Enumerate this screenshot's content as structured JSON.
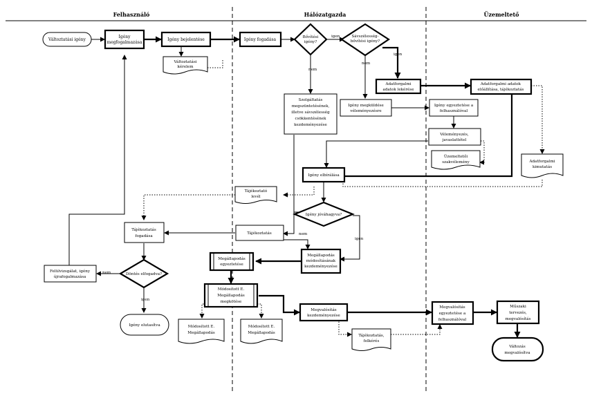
{
  "lanes": [
    "Felhasználó",
    "Hálózatgazda",
    "Üzemeltető"
  ],
  "nodes": {
    "valtoztatasi_igeny": "Változtatási igény",
    "igeny_megfogalmazasa": [
      "Igény",
      "megfogalmazása"
    ],
    "igeny_bejelentese": "Igény bejelentése",
    "valtoztatasi_kerelem": [
      "Változtatási",
      "kérelem"
    ],
    "igeny_fogadasa": "Igény fogadása",
    "bovitesi_igeny": [
      "Bővítési",
      "igény?"
    ],
    "savszelesseg_bovitesi": [
      "Sávszélesség-",
      "bővítési igény?"
    ],
    "adatforgalmi_adatok_lekerese": [
      "Adatforgalmi",
      "adatok lekérése"
    ],
    "adatforgalmi_adatok_eloallitasa": [
      "Adatforgalmi adatok",
      "előállítása, tájékoztatás"
    ],
    "szolgaltatas_megszuntetesenek": [
      "Szolgáltatás",
      "megszüntetésének,",
      "illetve sávszélesség",
      "csökkentésének",
      "kezdeményezése"
    ],
    "igeny_megkuldese": [
      "Igény megküldése",
      "véleményezésre"
    ],
    "igeny_egyeztetese": [
      "Igény egyeztetése a",
      "felhasználóval"
    ],
    "velemenyezes_javaslattetel": [
      "Véleményezés,",
      "javaslattétel"
    ],
    "uzemeltetoi_szakvelemeny": [
      "Üzemeltetői",
      "szakvélemény"
    ],
    "adatforgalmi_kimutatas": [
      "Adatforgalmi",
      "kimutatás"
    ],
    "igeny_elbiralasa": "Igény elbírálása",
    "tajekoztato_level": [
      "Tájékoztató",
      "levél"
    ],
    "igeny_jovahagyva": "Igény jóváhagyva?",
    "tajekoztatas_fogadasa": [
      "Tájékoztatás",
      "fogadása"
    ],
    "tajekoztatas": "Tájékoztatás",
    "megallapodas_modositasanak": [
      "Megállapodás",
      "módosításának",
      "kezdeményezése"
    ],
    "megallapodas_egyeztetese": [
      "Megállapodás",
      "egyeztetése"
    ],
    "dontes_elfogadva": "Döntés elfogadva?",
    "felulvizsgalat": [
      "Felülvizsgálat, igény",
      "újrafogalmazása"
    ],
    "modositott_megallapodas_megkotese": [
      "Módosított E.",
      "Megállapodás",
      "megkötése"
    ],
    "igeny_elutasitva": "Igény elutasítva",
    "modositott_megallapodas_left": [
      "Módosított E.",
      "Megállapodás"
    ],
    "modositott_megallapodas_right": [
      "Módosított E.",
      "Megállapodás"
    ],
    "megvalositas_kezdemenyezese": [
      "Megvalósítás",
      "kezdeményezése"
    ],
    "tajekoztatas_felkeres": [
      "Tájékoztatás,",
      "felkérés"
    ],
    "megvalositas_egyeztetese": [
      "Megvalósítás",
      "egyeztetése a",
      "felhasználóval"
    ],
    "muszaki_tervezes": [
      "Műszaki",
      "tervezés,",
      "megvalósítás"
    ],
    "valtozas_megvalositva": [
      "Változás",
      "megvalósítva"
    ]
  },
  "edge_labels": {
    "igen_1": "igen",
    "nem_1": "nem",
    "nem_2": "nem",
    "igen_2": "igen",
    "nem_3": "nem",
    "igen_3": "igen",
    "nem_4": "nem",
    "igen_4": "igen"
  }
}
